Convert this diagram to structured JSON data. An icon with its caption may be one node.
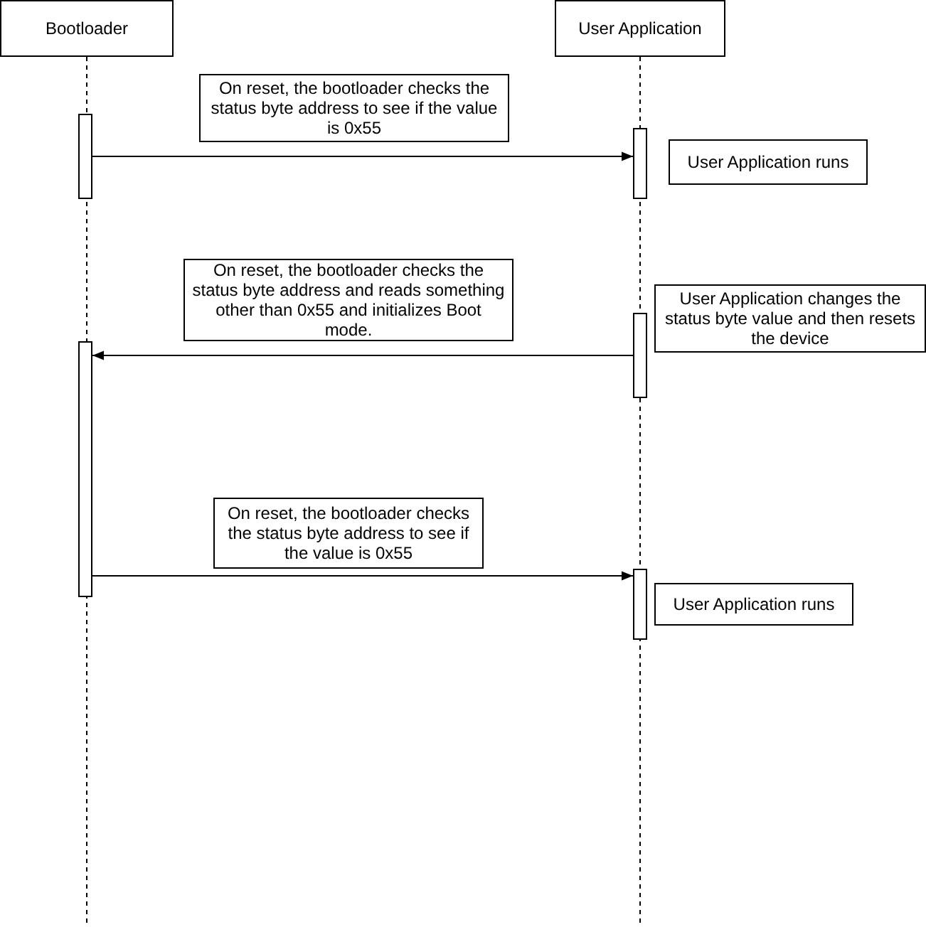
{
  "diagram": {
    "nodes": [
      {
        "text": [
          "Bootloader"
        ]
      },
      {
        "text": [
          "User Application"
        ]
      },
      {
        "text": [
          "On reset, the bootloader checks the status byte address to see if the value is 0x55"
        ]
      },
      {
        "text": [],
        "shape": "bar"
      },
      {
        "text": [],
        "shape": "bar"
      },
      {
        "text": [
          "User Application runs"
        ]
      },
      {
        "text": [
          "On reset, the bootloader checks the status byte address and reads something other than 0x55 and initializes Boot mode."
        ]
      },
      {
        "text": [
          "User Application changes the status byte value and then resets the device"
        ]
      },
      {
        "text": [],
        "shape": "bar"
      },
      {
        "text": [],
        "shape": "bar"
      },
      {
        "text": [
          "On reset, the bootloader checks the status byte address to see if the value is 0x55"
        ]
      },
      {
        "text": [],
        "shape": "bar"
      },
      {
        "text": [
          "User Application runs"
        ]
      }
    ],
    "edges": [
      {
        "from": 0,
        "to": null,
        "arrow": "none",
        "style": "dashed"
      },
      {
        "from": 1,
        "to": null,
        "arrow": "none",
        "style": "dashed"
      },
      {
        "from": 3,
        "to": 4,
        "arrow": "to"
      },
      {
        "from": 8,
        "to": 9,
        "arrow": "to"
      },
      {
        "from": 9,
        "to": 11,
        "arrow": "to"
      }
    ]
  }
}
